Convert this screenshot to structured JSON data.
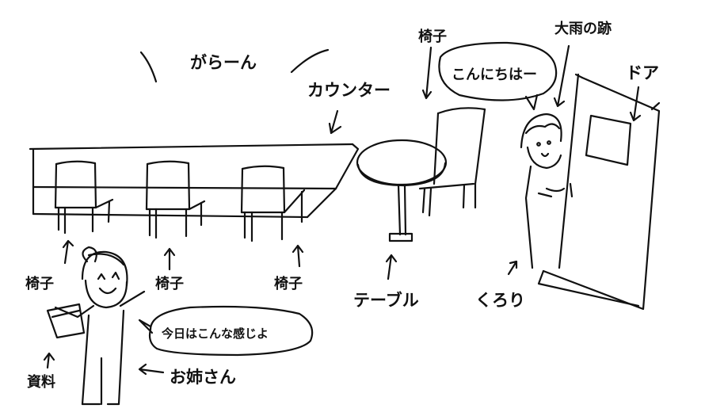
{
  "labels": {
    "garan": "がらーん",
    "counter": "カウンター",
    "chair_top": "椅子",
    "greeting": "こんにちはー",
    "rain_trace": "大雨の跡",
    "door": "ドア",
    "chair_1": "椅子",
    "chair_2": "椅子",
    "chair_3": "椅子",
    "table": "テーブル",
    "kurori": "くろり",
    "speech": "今日はこんな感じよ",
    "documents": "資料",
    "sister": "お姉さん"
  },
  "colors": {
    "ink": "#111111",
    "background": "#ffffff"
  }
}
